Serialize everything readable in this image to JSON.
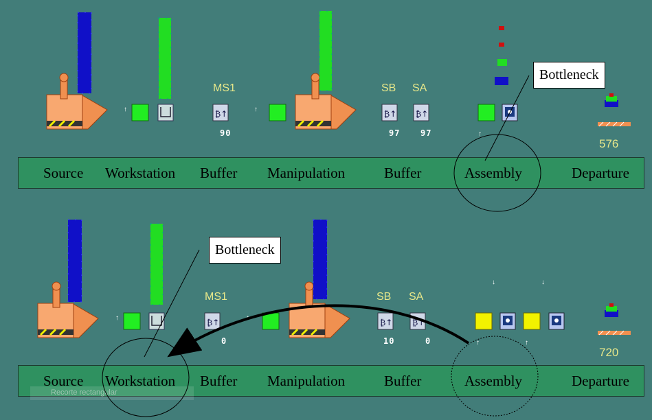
{
  "rows": [
    {
      "id": "top",
      "stages": [
        "Source",
        "Workstation",
        "Buffer",
        "Manipulation",
        "Buffer",
        "Assembly",
        "Departure"
      ],
      "labels": {
        "ms1": "MS1",
        "sb": "SB",
        "sa": "SA"
      },
      "counters": {
        "ms1": "90",
        "sb": "97",
        "sa": "97"
      },
      "departures": "576",
      "callout": "Bottleneck"
    },
    {
      "id": "bottom",
      "stages": [
        "Source",
        "Workstation",
        "Buffer",
        "Manipulation",
        "Buffer",
        "Assembly",
        "Departure"
      ],
      "labels": {
        "ms1": "MS1",
        "sb": "SB",
        "sa": "SA"
      },
      "counters": {
        "ms1": "0",
        "sb": "10",
        "sa": "0"
      },
      "departures": "720",
      "callout": "Bottleneck"
    }
  ],
  "ghost_label": "Recorte rectangular",
  "colors": {
    "background": "#427d79",
    "band": "#2f9160",
    "busy": "#22ee22",
    "blocked": "#f2f200",
    "part_blue": "#1010c8",
    "part_green": "#22dd22",
    "machine": "#f09050"
  },
  "icons": [
    "machine-icon",
    "part-stack-icon",
    "buffer-queue-icon",
    "assembly-icon",
    "departure-icon"
  ]
}
